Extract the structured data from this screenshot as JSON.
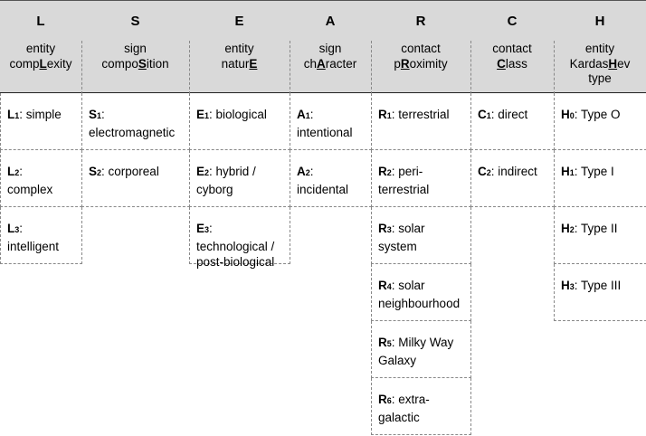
{
  "header": [
    {
      "letter": "L",
      "pre1": "entity",
      "pre2": "comp",
      "hl": "L",
      "post2": "exity",
      "line3": ""
    },
    {
      "letter": "S",
      "pre1": "sign",
      "pre2": "compo",
      "hl": "S",
      "post2": "ition",
      "line3": ""
    },
    {
      "letter": "E",
      "pre1": "entity",
      "pre2": "natur",
      "hl": "E",
      "post2": "",
      "line3": ""
    },
    {
      "letter": "A",
      "pre1": "sign",
      "pre2": "ch",
      "hl": "A",
      "post2": "racter",
      "line3": ""
    },
    {
      "letter": "R",
      "pre1": "contact",
      "pre2": "p",
      "hl": "R",
      "post2": "oximity",
      "line3": ""
    },
    {
      "letter": "C",
      "pre1": "contact",
      "pre2": "",
      "hl": "C",
      "post2": "lass",
      "line3": ""
    },
    {
      "letter": "H",
      "pre1": "entity",
      "pre2": "Kardas",
      "hl": "H",
      "post2": "ev",
      "line3": "type"
    }
  ],
  "columns": {
    "L": [
      {
        "code": "L",
        "sub": "1",
        "text": ": simple"
      },
      {
        "code": "L",
        "sub": "2",
        "text": ":",
        "text2": "complex"
      },
      {
        "code": "L",
        "sub": "3",
        "text": ":",
        "text2": "intelligent"
      }
    ],
    "S": [
      {
        "code": "S",
        "sub": "1",
        "text": ":",
        "text2": "electromagnetic"
      },
      {
        "code": "S",
        "sub": "2",
        "text": ": corporeal"
      }
    ],
    "E": [
      {
        "code": "E",
        "sub": "1",
        "text": ": biological"
      },
      {
        "code": "E",
        "sub": "2",
        "text": ": hybrid /",
        "text2": "cyborg"
      },
      {
        "code": "E",
        "sub": "3",
        "text": ":",
        "text2": "technological /",
        "text3": "post-biological"
      }
    ],
    "A": [
      {
        "code": "A",
        "sub": "1",
        "text": ":",
        "text2": "intentional"
      },
      {
        "code": "A",
        "sub": "2",
        "text": ":",
        "text2": "incidental"
      }
    ],
    "R": [
      {
        "code": "R",
        "sub": "1",
        "text": ": terrestrial"
      },
      {
        "code": "R",
        "sub": "2",
        "text": ": peri-",
        "text2": "terrestrial"
      },
      {
        "code": "R",
        "sub": "3",
        "text": ": solar",
        "text2": "system"
      },
      {
        "code": "R",
        "sub": "4",
        "text": ": solar",
        "text2": "neighbourhood"
      },
      {
        "code": "R",
        "sub": "5",
        "text": ": Milky Way",
        "text2": "Galaxy"
      },
      {
        "code": "R",
        "sub": "6",
        "text": ": extra-",
        "text2": "galactic"
      }
    ],
    "C": [
      {
        "code": "C",
        "sub": "1",
        "text": ": direct"
      },
      {
        "code": "C",
        "sub": "2",
        "text": ": indirect"
      }
    ],
    "H": [
      {
        "code": "H",
        "sub": "0",
        "text": ": Type O"
      },
      {
        "code": "H",
        "sub": "1",
        "text": ": Type I"
      },
      {
        "code": "H",
        "sub": "2",
        "text": ": Type II"
      },
      {
        "code": "H",
        "sub": "3",
        "text": ": Type III"
      }
    ]
  }
}
